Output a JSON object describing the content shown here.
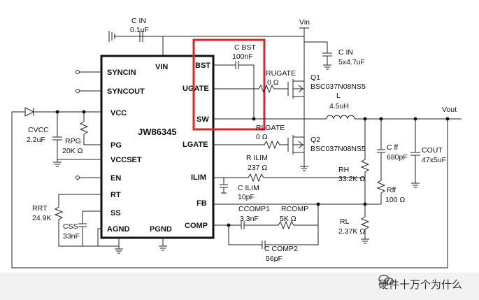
{
  "chip": {
    "name": "JW86345",
    "pins_left": [
      "SYNCIN",
      "SYNCOUT",
      "VCC",
      "PG",
      "VCCSET",
      "EN",
      "RT",
      "SS",
      "AGND"
    ],
    "pins_right": [
      "BST",
      "UGATE",
      "SW",
      "LGATE",
      "ILIM",
      "FB",
      "COMP"
    ],
    "pins_top": [
      "VIN"
    ],
    "pins_bottom": [
      "PGND"
    ]
  },
  "nets": {
    "vin": "Vin",
    "vout": "Vout"
  },
  "components": {
    "cin_top": {
      "ref": "C IN",
      "value": "0.1uF"
    },
    "cin_bulk": {
      "ref": "C IN",
      "value": "5x4.7uF"
    },
    "cbst": {
      "ref": "C BST",
      "value": "100nF"
    },
    "rugate": {
      "ref": "RUGATE",
      "value": "0 Ω"
    },
    "rlgate": {
      "ref": "RLGATE",
      "value": "0 Ω"
    },
    "q1": {
      "ref": "Q1",
      "part": "BSC037N08NS5"
    },
    "q2": {
      "ref": "Q2",
      "part": "BSC037N08NS5"
    },
    "inductor": {
      "ref": "L",
      "value": "4.5uH"
    },
    "cff": {
      "ref": "C ff",
      "value": "680pF"
    },
    "cout": {
      "ref": "COUT",
      "value": "47x5uF"
    },
    "rh": {
      "ref": "RH",
      "value": "33.2K Ω"
    },
    "rff": {
      "ref": "Rff",
      "value": "100 Ω"
    },
    "rl": {
      "ref": "RL",
      "value": "2.37K Ω"
    },
    "rilim": {
      "ref": "R ILIM",
      "value": "237 Ω"
    },
    "cilim": {
      "ref": "C ILIM",
      "value": "10pF"
    },
    "ccomp1": {
      "ref": "CCOMP1",
      "value": "3.3nF"
    },
    "rcomp": {
      "ref": "RCOMP",
      "value": "5K Ω"
    },
    "ccomp2": {
      "ref": "C COMP2",
      "value": "56pF"
    },
    "cvcc": {
      "ref": "CVCC",
      "value": "2.2uF"
    },
    "rpg": {
      "ref": "RPG",
      "value": "20K Ω"
    },
    "rrt": {
      "ref": "RRT",
      "value": "24.9K"
    },
    "css": {
      "ref": "CSS",
      "value": "33nF"
    }
  },
  "highlight_color": "#e0202a",
  "watermark": {
    "text": "硬件十万个为什么",
    "icon": "wechat-icon"
  }
}
